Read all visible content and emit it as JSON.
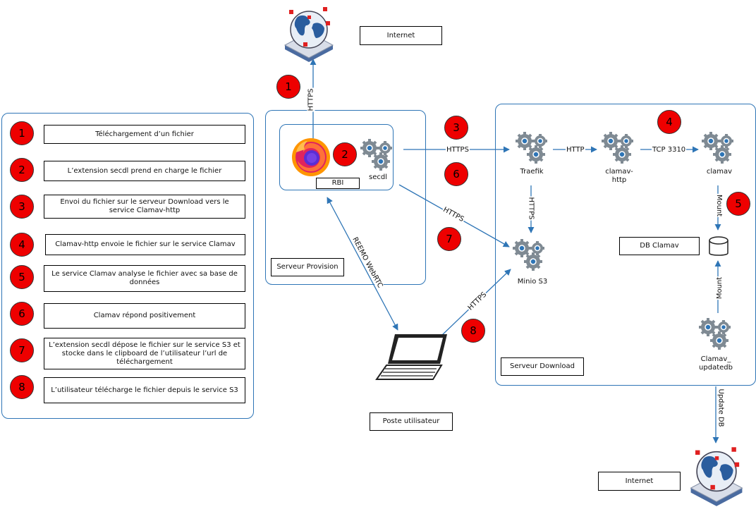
{
  "legend": {
    "steps": [
      {
        "num": "1",
        "text": "Téléchargement d’un fichier"
      },
      {
        "num": "2",
        "text": "L’extension secdl prend en charge le fichier"
      },
      {
        "num": "3",
        "text": "Envoi du fichier sur le serveur Download vers le service Clamav-http"
      },
      {
        "num": "4",
        "text": "Clamav-http envoie le fichier sur le service Clamav"
      },
      {
        "num": "5",
        "text": "Le service Clamav analyse le fichier avec sa base de données"
      },
      {
        "num": "6",
        "text": "Clamav répond positivement"
      },
      {
        "num": "7",
        "text": "L’extension secdl dépose le fichier sur le service S3 et stocke dans le clipboard de l’utilisateur l’url de téléchargement"
      },
      {
        "num": "8",
        "text": "L’utilisateur télécharge le fichier depuis le service S3"
      }
    ]
  },
  "labels": {
    "internet_top": "Internet",
    "internet_bottom": "Internet",
    "serveur_provision": "Serveur Provision",
    "serveur_download": "Serveur Download",
    "poste_utilisateur": "Poste utilisateur",
    "rbi": "RBI",
    "secdl": "secdl",
    "traefik": "Traefik",
    "clamav_http": "clamav-\nhttp",
    "clamav": "clamav",
    "db_clamav": "DB Clamav",
    "minio_s3": "Minio S3",
    "clamav_updatedb": "Clamav_\nupdatedb"
  },
  "edges": {
    "https_internet": "HTTPS",
    "https_secdl_traefik": "HTTPS",
    "http_traefik_clamavhttp": "HTTP",
    "tcp_clamavhttp_clamav": "TCP 3310",
    "https_traefik_minio": "HTTPS",
    "https_secdl_minio": "HTTPS",
    "https_laptop_minio": "HTTPS",
    "reemo_webrtc": "REEMO WebRTC",
    "mount_clamav_db": "Mount",
    "mount_updatedb_db": "Mount",
    "update_db": "Update DB"
  },
  "badges": {
    "b1": "1",
    "b2": "2",
    "b3": "3",
    "b4": "4",
    "b5": "5",
    "b6": "6",
    "b7": "7",
    "b8": "8"
  },
  "colors": {
    "accent": "#2e75b6",
    "badge_red": "#ee0000",
    "gear_gray": "#7f8a93",
    "gear_blue": "#2e75b6"
  }
}
